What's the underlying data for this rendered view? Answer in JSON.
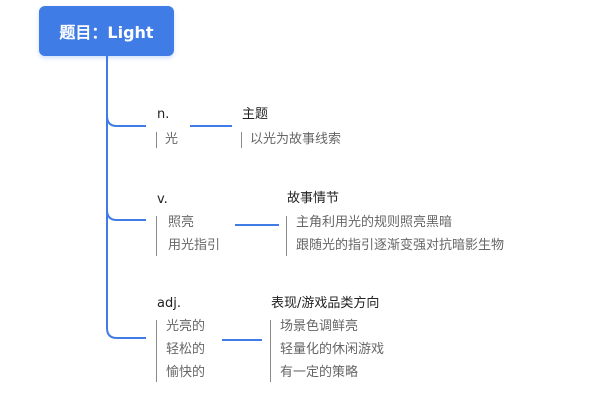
{
  "root": {
    "label": "题目：Light"
  },
  "branches": [
    {
      "pos": "n.",
      "words": [
        "光"
      ],
      "theme": "主题",
      "details": [
        "以光为故事线索"
      ]
    },
    {
      "pos": "v.",
      "words": [
        "照亮",
        "用光指引"
      ],
      "theme": "故事情节",
      "details": [
        "主角利用光的规则照亮黑暗",
        "跟随光的指引逐渐变强对抗暗影生物"
      ]
    },
    {
      "pos": "adj.",
      "words": [
        "光亮的",
        "轻松的",
        "愉快的"
      ],
      "theme": "表现/游戏品类方向",
      "details": [
        "场景色调鲜亮",
        "轻量化的休闲游戏",
        "有一定的策略"
      ]
    }
  ],
  "colors": {
    "root_fill": "#3f7ce6",
    "connector": "#3f7ce6",
    "bracket": "#8a8a8a",
    "primary_text": "#222222",
    "secondary_text": "#666666"
  }
}
